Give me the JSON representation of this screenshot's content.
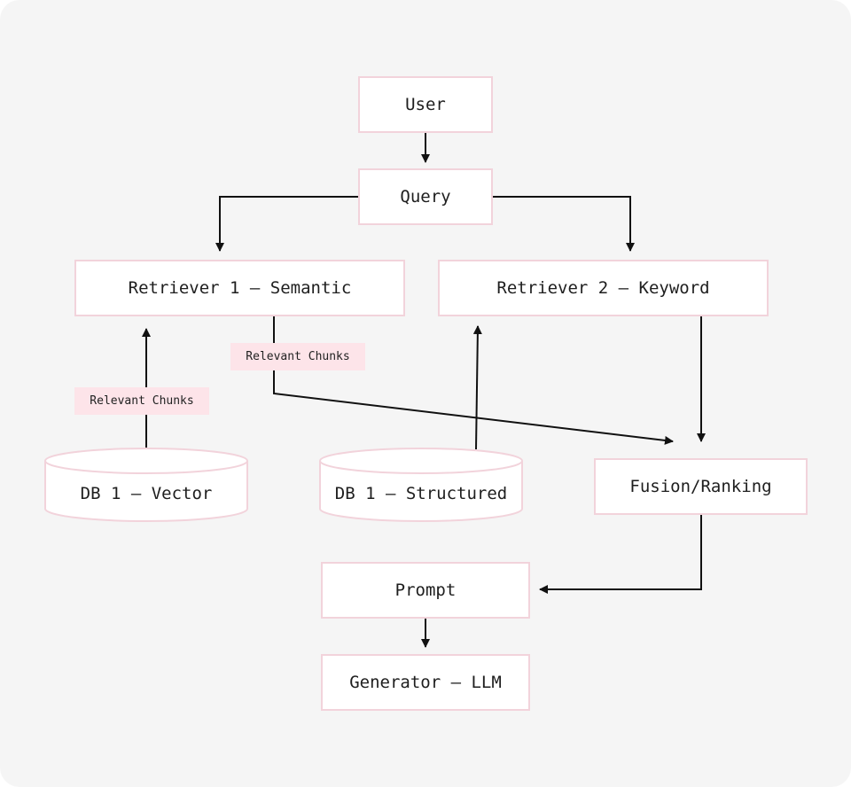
{
  "nodes": {
    "user": "User",
    "query": "Query",
    "retriever_semantic": "Retriever 1 – Semantic",
    "retriever_keyword": "Retriever 2 – Keyword",
    "db_vector": "DB 1 – Vector",
    "db_structured": "DB 1 – Structured",
    "fusion": "Fusion/Ranking",
    "prompt": "Prompt",
    "generator": "Generator – LLM"
  },
  "edge_labels": {
    "vector_to_semantic": "Relevant Chunks",
    "semantic_to_fusion": "Relevant Chunks"
  },
  "colors": {
    "background": "#f5f5f5",
    "node_fill": "#ffffff",
    "node_border": "#f2d3db",
    "label_fill": "#fde4e9",
    "edge": "#111111"
  }
}
